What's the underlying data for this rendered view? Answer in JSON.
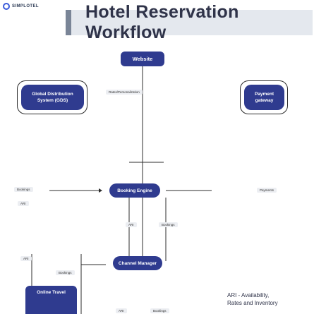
{
  "brand": {
    "name": "SIMPLOTEL",
    "icon": "simplotel-logo-icon"
  },
  "title": "Hotel Reservation Workflow",
  "nodes": {
    "website": "Website",
    "gds": "Global Distribution System (GDS)",
    "payment": "Payment gateway",
    "booking_engine": "Booking Engine",
    "channel_manager": "Channel Manager",
    "ota": "Online Travel"
  },
  "edge_labels": {
    "rates_personalization": "Rates/Personalization",
    "bookings_gds_be": "Bookings",
    "ari_gds": "ARI",
    "payments": "Payments",
    "ari_be_cm": "ARI",
    "bookings_be_cm": "Bookings",
    "ari_cm_left": "ARI",
    "bookings_cm_left": "Bookings",
    "ari_bottom": "ARI",
    "bookings_bottom": "Bookings"
  },
  "legend": {
    "line1": "ARI - Availability,",
    "line2": "Rates and Inventory"
  },
  "colors": {
    "node_fill": "#2f3b8f",
    "title_bg": "#e4e8ee",
    "title_accent": "#7a8597",
    "text": "#2f3349",
    "brand": "#3b5bdb"
  }
}
